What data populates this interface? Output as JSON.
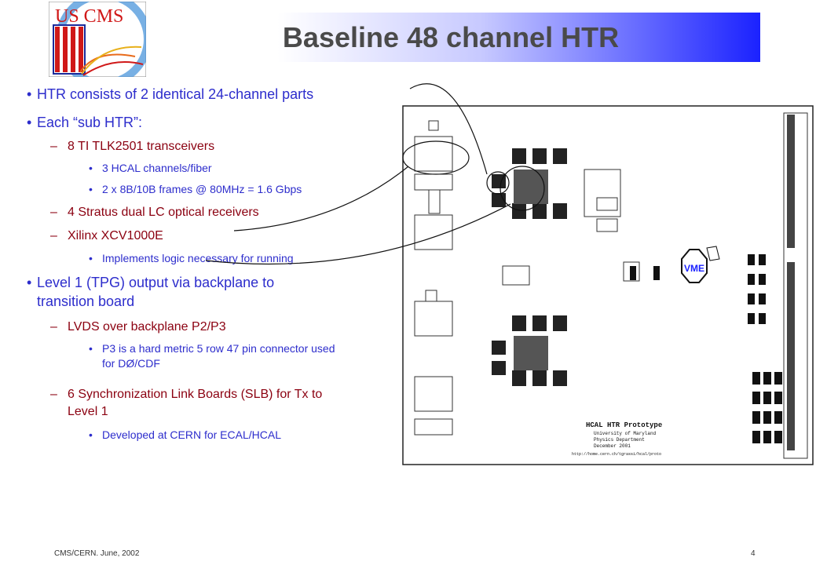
{
  "slide": {
    "title": "Baseline 48 channel HTR",
    "logo_text": "US CMS",
    "bullets": [
      {
        "level": 1,
        "marker": "•",
        "text": "HTR consists of 2 identical 24-channel parts"
      },
      {
        "level": 1,
        "marker": "•",
        "text": "Each “sub HTR”:"
      },
      {
        "level": 2,
        "marker": "–",
        "text": "8 TI TLK2501 transceivers"
      },
      {
        "level": 3,
        "marker": "•",
        "text": "3 HCAL channels/fiber"
      },
      {
        "level": 3,
        "marker": "•",
        "text": "2 x 8B/10B frames @ 80MHz = 1.6 Gbps"
      },
      {
        "level": 2,
        "marker": "–",
        "text": "4 Stratus dual LC optical receivers"
      },
      {
        "level": 2,
        "marker": "–",
        "text": "Xilinx XCV1000E"
      },
      {
        "level": 3,
        "marker": "•",
        "text": "Implements logic necessary for running"
      },
      {
        "level": 1,
        "marker": "•",
        "text": "Level 1 (TPG) output via backplane to"
      },
      {
        "level": 1,
        "marker": "",
        "text": "transition board"
      },
      {
        "level": 2,
        "marker": "–",
        "text": "LVDS over backplane P2/P3"
      },
      {
        "level": 3,
        "marker": "•",
        "text": "P3 is a hard metric 5 row 47 pin connector used"
      },
      {
        "level": 3,
        "marker": "",
        "text": "for DØ/CDF"
      },
      {
        "level": 2,
        "marker": "–",
        "text": "6 Synchronization Link Boards (SLB) for Tx to"
      },
      {
        "level": 2,
        "marker": "",
        "text": "Level 1"
      },
      {
        "level": 3,
        "marker": "•",
        "text": "Developed at CERN for ECAL/HCAL"
      }
    ],
    "board": {
      "vme_label": "VME",
      "prototype_title": "HCAL HTR Prototype",
      "prototype_lines": [
        "University of Maryland",
        "Physics Department",
        "December 2001"
      ],
      "prototype_url": "http://home.cern.ch/tgrassi/hcal/proto"
    },
    "footer": {
      "left": "CMS/CERN. June, 2002",
      "page": "4"
    }
  }
}
